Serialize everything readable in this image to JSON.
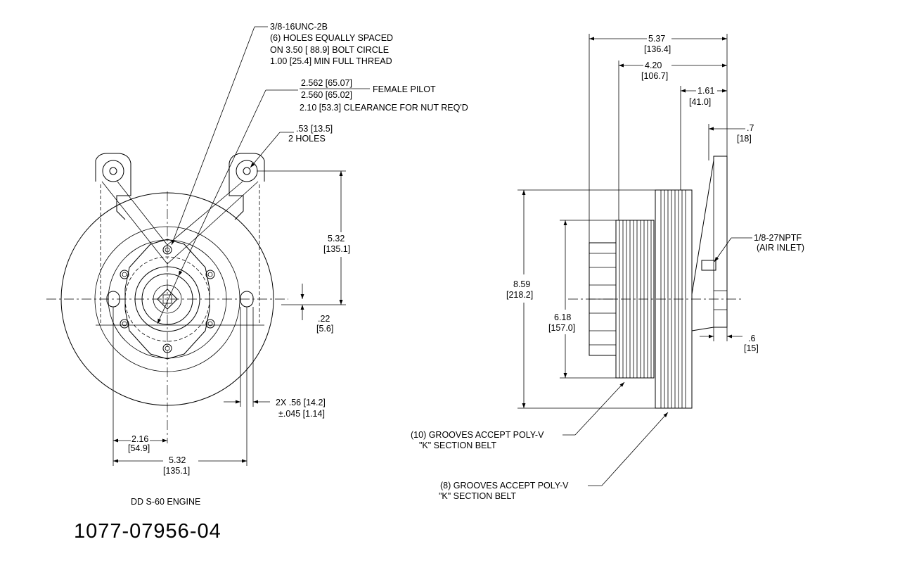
{
  "drawing": {
    "part_number": "1077-07956-04",
    "engine_label": "DD S-60 ENGINE"
  },
  "front_view": {
    "thread_note": {
      "line1": "3/8-16UNC-2B",
      "line2": "(6) HOLES EQUALLY SPACED",
      "line3": "ON  3.50 [ 88.9] BOLT CIRCLE",
      "line4": "1.00 [25.4] MIN FULL THREAD"
    },
    "pilot_note": {
      "upper": "2.562 [65.07]",
      "lower": "2.560 [65.02]",
      "suffix": "FEMALE PILOT",
      "clearance": "2.10 [53.3] CLEARANCE FOR NUT REQ'D"
    },
    "hole_note": {
      "line1": ".53 [13.5]",
      "line2": "2 HOLES"
    },
    "dim_height": {
      "inch": "5.32",
      "mm": "[135.1]"
    },
    "dim_offset": {
      "inch": ".22",
      "mm": "[5.6]"
    },
    "dim_slot": {
      "line1": "2X .56 [14.2]",
      "line2": "±.045 [1.14]"
    },
    "dim_half": {
      "inch": "2.16",
      "mm": "[54.9]"
    },
    "dim_width": {
      "inch": "5.32",
      "mm": "[135.1]"
    }
  },
  "side_view": {
    "dim_overall": {
      "inch": "5.37",
      "mm": "[136.4]"
    },
    "dim_420": {
      "inch": "4.20",
      "mm": "[106.7]"
    },
    "dim_161": {
      "inch": "1.61",
      "mm": "[41.0]"
    },
    "dim_07": {
      "inch": ".7",
      "mm": "[18]"
    },
    "air_inlet": {
      "line1": "1/8-27NPTF",
      "line2": "(AIR INLET)"
    },
    "dim_859": {
      "inch": "8.59",
      "mm": "[218.2]"
    },
    "dim_618": {
      "inch": "6.18",
      "mm": "[157.0]"
    },
    "dim_06": {
      "inch": ".6",
      "mm": "[15]"
    },
    "grooves_10": {
      "line1": "(10) GROOVES ACCEPT POLY-V",
      "line2": "\"K\" SECTION BELT"
    },
    "grooves_8": {
      "line1": "(8) GROOVES ACCEPT POLY-V",
      "line2": "\"K\" SECTION BELT"
    }
  },
  "colors": {
    "ink": "#000000",
    "paper": "#ffffff"
  }
}
